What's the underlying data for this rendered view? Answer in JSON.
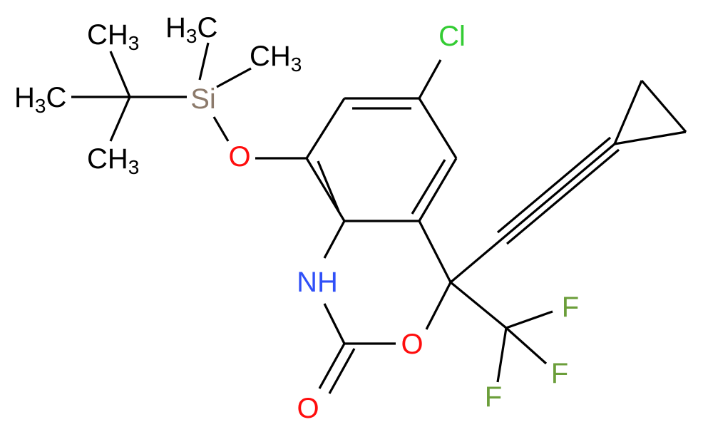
{
  "colors": {
    "bond": "#000000",
    "carbon": "#000000",
    "chlorine": "#33cc33",
    "oxygen": "#ff0d0d",
    "nitrogen": "#3050f8",
    "fluorine": "#6b9e3a",
    "silicon": "#8c7a6b"
  },
  "atoms": {
    "cl": "Cl",
    "o_ether": "O",
    "si": "Si",
    "nh": "NH",
    "o_ring": "O",
    "o_carbonyl": "O",
    "f1": "F",
    "f2": "F",
    "f3": "F",
    "ch3_top_left": {
      "main": "CH",
      "sub": "3"
    },
    "h3c_left": {
      "h": "H",
      "sub": "3",
      "main": "C"
    },
    "ch3_bottom_left": {
      "main": "CH",
      "sub": "3"
    },
    "h3c_si_top": {
      "h": "H",
      "sub": "3",
      "main": "C"
    },
    "ch3_si_right": {
      "main": "CH",
      "sub": "3"
    }
  }
}
